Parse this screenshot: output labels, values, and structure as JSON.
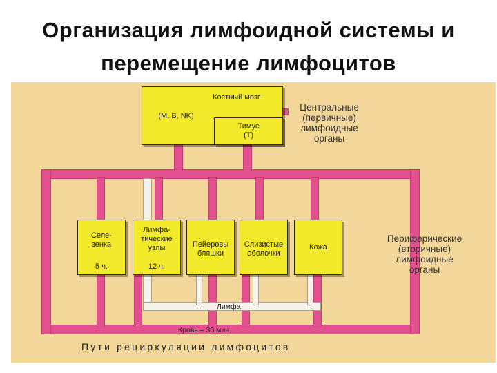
{
  "title": {
    "line1": "Организация лимфоидной системы и",
    "line2": "перемещение лимфоцитов"
  },
  "central": {
    "marrow_title": "Костный мозг",
    "marrow_cells": "(M, B, NK)",
    "thymus": "Тимус\n(T)",
    "label": "Центральные\n(первичные)\nлимфоидные\nорганы"
  },
  "peripheral": {
    "label": "Периферические\n(вторичные)\nлимфоидные\nорганы",
    "organs": [
      {
        "name": "Селе-\nзенка",
        "time": "5 ч."
      },
      {
        "name": "Лимфа-\nтические\nузлы",
        "time": "12 ч."
      },
      {
        "name": "Пейеровы\nбляшки",
        "time": ""
      },
      {
        "name": "Слизистые\nоболочки",
        "time": ""
      },
      {
        "name": "Кожа",
        "time": ""
      }
    ]
  },
  "lymph_label": "Лимфа",
  "blood_label": "Кровь – 30 мин.",
  "footer": "Пути рециркуляции лимфоцитов",
  "colors": {
    "blood": "#e2508e",
    "organ": "#f2ea2b",
    "lymph": "#f5f2ec",
    "background": "#f3d79a"
  }
}
